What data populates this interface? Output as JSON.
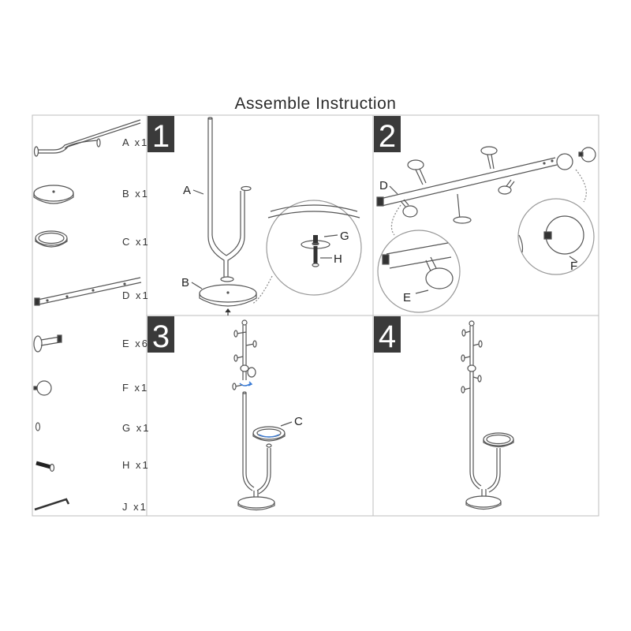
{
  "title": "Assemble Instruction",
  "parts": [
    {
      "letter": "A",
      "qty": "x1",
      "label": "A x1"
    },
    {
      "letter": "B",
      "qty": "x1",
      "label": "B x1"
    },
    {
      "letter": "C",
      "qty": "x1",
      "label": "C x1"
    },
    {
      "letter": "D",
      "qty": "x1",
      "label": "D x1"
    },
    {
      "letter": "E",
      "qty": "x6",
      "label": "E x6"
    },
    {
      "letter": "F",
      "qty": "x1",
      "label": "F x1"
    },
    {
      "letter": "G",
      "qty": "x1",
      "label": "G x1"
    },
    {
      "letter": "H",
      "qty": "x1",
      "label": "H x1"
    },
    {
      "letter": "J",
      "qty": "x1",
      "label": "J x1"
    }
  ],
  "steps": [
    {
      "number": "1",
      "callouts": [
        "A",
        "B",
        "G",
        "H"
      ]
    },
    {
      "number": "2",
      "callouts": [
        "D",
        "E",
        "F"
      ]
    },
    {
      "number": "3",
      "callouts": [
        "C"
      ]
    },
    {
      "number": "4",
      "callouts": []
    }
  ],
  "colors": {
    "line": "#555555",
    "step_bg": "#3a3a3a",
    "accent": "#3a7bd5"
  }
}
